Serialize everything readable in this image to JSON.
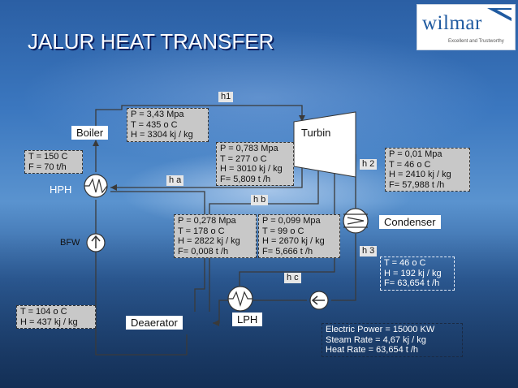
{
  "title": "JALUR HEAT TRANSFER",
  "logo": {
    "name": "wilmar",
    "tagline": "Excellent and Trustworthy"
  },
  "components": {
    "boiler": "Boiler",
    "turbin": "Turbin",
    "hph": "HPH",
    "condenser": "Condenser",
    "deaerator": "Deaerator",
    "lph": "LPH",
    "bfw": "BFW"
  },
  "tags": {
    "h1": "h1",
    "ha": "h a",
    "hb": "h b",
    "hc": "h c",
    "h2": "h 2",
    "h3": "h 3"
  },
  "boxes": {
    "boiler_out": [
      "P = 3,43 Mpa",
      "T = 435 o C",
      "H = 3304 kj / kg"
    ],
    "hph_in": [
      "T = 150  C",
      "F = 70 t/h"
    ],
    "extraction_a": [
      "P = 0,783 Mpa",
      "T = 277 o C",
      "H = 3010 kj / kg",
      "F= 5,809 t /h"
    ],
    "exhaust": [
      "P = 0,01 Mpa",
      "T = 46 o C",
      "H = 2410 kj / kg",
      "F= 57,988 t /h"
    ],
    "extraction_b": [
      "P = 0,278 Mpa",
      "T = 178 o C",
      "H = 2822 kj / kg",
      "F= 0,008 t /h"
    ],
    "extraction_c": [
      "P = 0,099 Mpa",
      "T = 99 o C",
      "H = 2670 kj / kg",
      "F= 5,666 t /h"
    ],
    "condensate": [
      "T = 46 o C",
      "H = 192 kj / kg",
      "F= 63,654 t /h"
    ],
    "deaerator_out": [
      "T = 104 o C",
      "H = 437 kj / kg"
    ],
    "summary": [
      "Electric Power = 15000 KW",
      "Steam Rate = 4,67  kj / kg",
      "Heat Rate = 63,654 t /h"
    ]
  },
  "colors": {
    "pipe": "#3a3a3a",
    "box_fill": "#c8c8c8",
    "title_shadow": "#0b1f5e",
    "logo_blue": "#1f5aa0"
  }
}
